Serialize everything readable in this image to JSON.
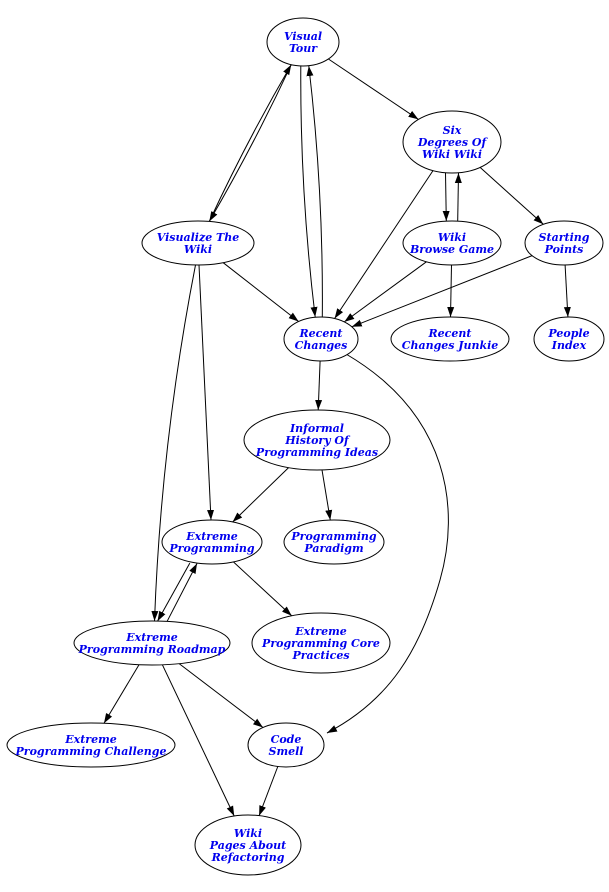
{
  "diagram": {
    "nodes": [
      {
        "id": "visual_tour",
        "lines": [
          "Visual",
          "Tour"
        ]
      },
      {
        "id": "six_degrees",
        "lines": [
          "Six",
          "Degrees Of",
          "Wiki Wiki"
        ]
      },
      {
        "id": "visualize_wiki",
        "lines": [
          "Visualize The",
          "Wiki"
        ]
      },
      {
        "id": "wiki_browse_game",
        "lines": [
          "Wiki",
          "Browse Game"
        ]
      },
      {
        "id": "starting_points",
        "lines": [
          "Starting",
          "Points"
        ]
      },
      {
        "id": "recent_changes",
        "lines": [
          "Recent",
          "Changes"
        ]
      },
      {
        "id": "recent_changes_junkie",
        "lines": [
          "Recent",
          "Changes Junkie"
        ]
      },
      {
        "id": "people_index",
        "lines": [
          "People",
          "Index"
        ]
      },
      {
        "id": "informal_history",
        "lines": [
          "Informal",
          "History Of",
          "Programming Ideas"
        ]
      },
      {
        "id": "extreme_programming",
        "lines": [
          "Extreme",
          "Programming"
        ]
      },
      {
        "id": "programming_paradigm",
        "lines": [
          "Programming",
          "Paradigm"
        ]
      },
      {
        "id": "xp_roadmap",
        "lines": [
          "Extreme",
          "Programming Roadmap"
        ]
      },
      {
        "id": "xp_core_practices",
        "lines": [
          "Extreme",
          "Programming Core",
          "Practices"
        ]
      },
      {
        "id": "xp_challenge",
        "lines": [
          "Extreme",
          "Programming Challenge"
        ]
      },
      {
        "id": "code_smell",
        "lines": [
          "Code",
          "Smell"
        ]
      },
      {
        "id": "wiki_refactoring",
        "lines": [
          "Wiki",
          "Pages About",
          "Refactoring"
        ]
      }
    ],
    "edges": [
      {
        "from": "visual_tour",
        "to": "visualize_wiki"
      },
      {
        "from": "visualize_wiki",
        "to": "visual_tour"
      },
      {
        "from": "visual_tour",
        "to": "recent_changes"
      },
      {
        "from": "recent_changes",
        "to": "visual_tour"
      },
      {
        "from": "visual_tour",
        "to": "six_degrees"
      },
      {
        "from": "six_degrees",
        "to": "wiki_browse_game"
      },
      {
        "from": "wiki_browse_game",
        "to": "six_degrees"
      },
      {
        "from": "six_degrees",
        "to": "starting_points"
      },
      {
        "from": "six_degrees",
        "to": "recent_changes"
      },
      {
        "from": "visualize_wiki",
        "to": "recent_changes"
      },
      {
        "from": "wiki_browse_game",
        "to": "recent_changes"
      },
      {
        "from": "starting_points",
        "to": "recent_changes"
      },
      {
        "from": "wiki_browse_game",
        "to": "recent_changes_junkie"
      },
      {
        "from": "starting_points",
        "to": "people_index"
      },
      {
        "from": "recent_changes",
        "to": "informal_history"
      },
      {
        "from": "recent_changes",
        "to": "code_smell"
      },
      {
        "from": "visualize_wiki",
        "to": "extreme_programming"
      },
      {
        "from": "visualize_wiki",
        "to": "xp_roadmap"
      },
      {
        "from": "informal_history",
        "to": "extreme_programming"
      },
      {
        "from": "informal_history",
        "to": "programming_paradigm"
      },
      {
        "from": "extreme_programming",
        "to": "xp_roadmap"
      },
      {
        "from": "xp_roadmap",
        "to": "extreme_programming"
      },
      {
        "from": "extreme_programming",
        "to": "xp_core_practices"
      },
      {
        "from": "xp_roadmap",
        "to": "xp_challenge"
      },
      {
        "from": "xp_roadmap",
        "to": "code_smell"
      },
      {
        "from": "xp_roadmap",
        "to": "wiki_refactoring"
      },
      {
        "from": "code_smell",
        "to": "wiki_refactoring"
      }
    ]
  }
}
